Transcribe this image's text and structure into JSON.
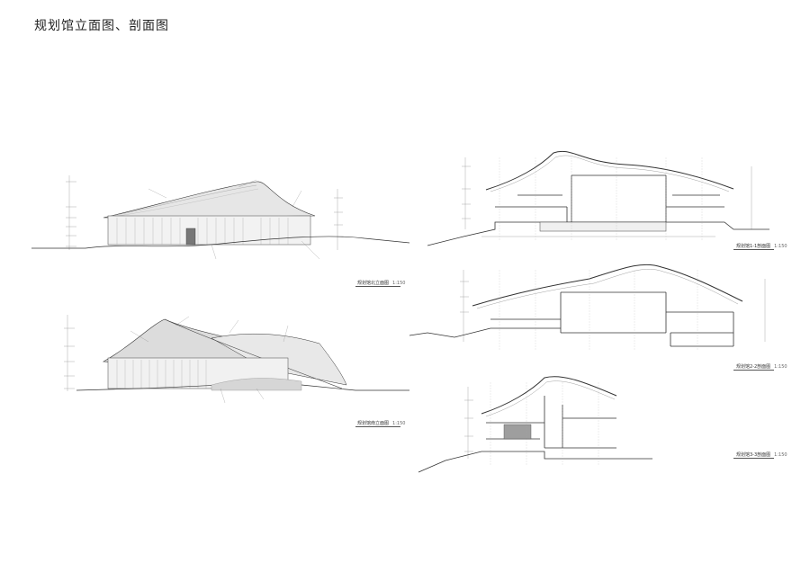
{
  "sheet": {
    "title": "规划馆立面图、剖面图"
  },
  "drawings": {
    "elevation_south": {
      "caption": "规划馆北立面图",
      "scale": "1:150"
    },
    "elevation_east": {
      "caption": "规划馆南立面图",
      "scale": "1:150"
    },
    "section_1": {
      "caption": "规划馆1-1剖面图",
      "scale": "1:150"
    },
    "section_2": {
      "caption": "规划馆2-2剖面图",
      "scale": "1:150"
    },
    "section_3": {
      "caption": "规划馆3-3剖面图",
      "scale": "1:150"
    }
  },
  "colors": {
    "line": "#333333",
    "fill_light": "#eeeeee",
    "fill_mid": "#bdbdbd",
    "fill_dark": "#6e6e6e"
  }
}
